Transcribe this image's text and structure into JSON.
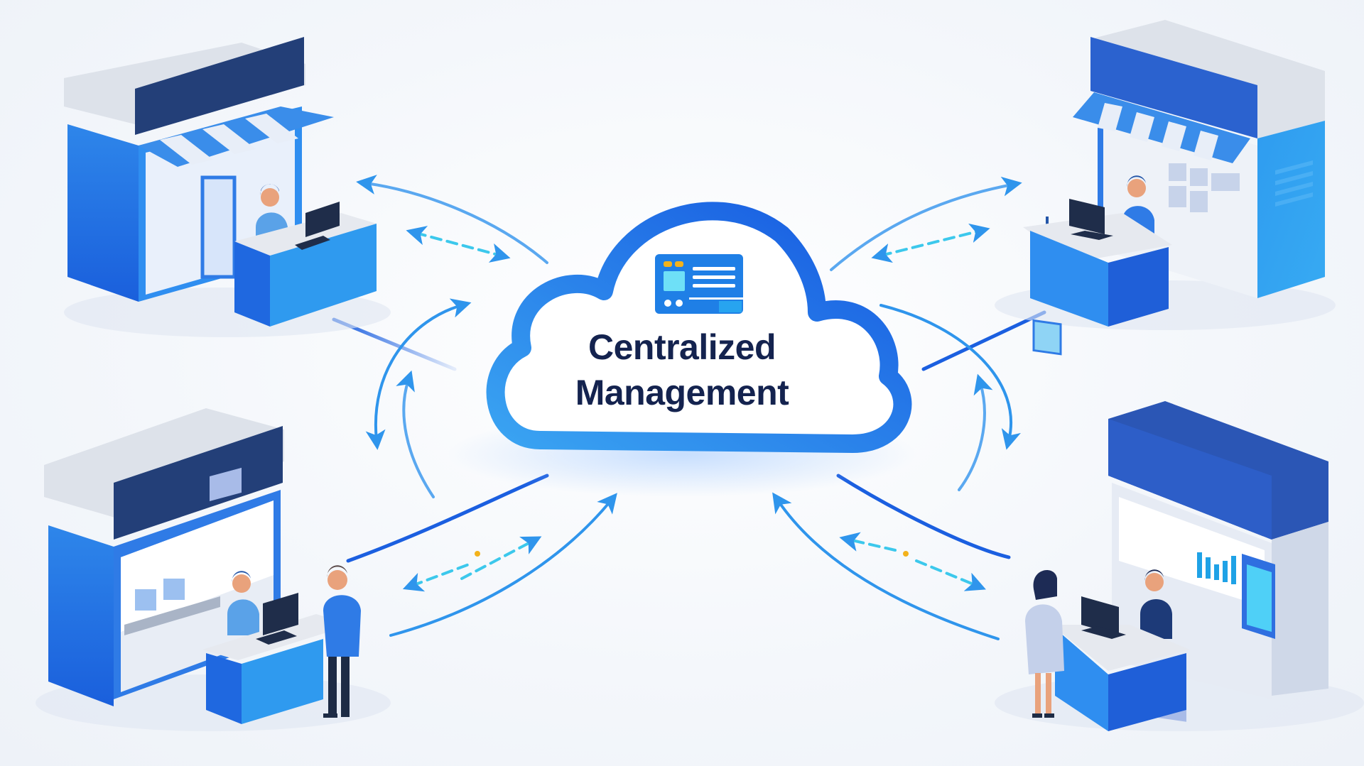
{
  "diagram": {
    "title_line1": "Centralized",
    "title_line2": "Management",
    "hub": {
      "type": "cloud",
      "icon": "dashboard-window-icon"
    },
    "nodes": [
      {
        "id": "store-top-left",
        "type": "storefront-with-awning",
        "people": [
          "cashier"
        ],
        "position": "top-left"
      },
      {
        "id": "store-top-right",
        "type": "storefront-with-awning",
        "people": [
          "cashier"
        ],
        "devices": [
          "pos-display",
          "monitor"
        ],
        "position": "top-right"
      },
      {
        "id": "store-bottom-left",
        "type": "service-counter",
        "people": [
          "clerk",
          "customer"
        ],
        "position": "bottom-left"
      },
      {
        "id": "store-bottom-right",
        "type": "service-counter-with-kiosk",
        "people": [
          "clerk",
          "customer"
        ],
        "position": "bottom-right"
      }
    ],
    "connections": [
      {
        "from": "cloud",
        "to": "store-top-left",
        "style": "bidirectional-arrows"
      },
      {
        "from": "cloud",
        "to": "store-top-right",
        "style": "bidirectional-arrows"
      },
      {
        "from": "cloud",
        "to": "store-bottom-left",
        "style": "bidirectional-arrows"
      },
      {
        "from": "cloud",
        "to": "store-bottom-right",
        "style": "bidirectional-arrows"
      }
    ]
  },
  "colors": {
    "primary_blue": "#1f6fe0",
    "light_blue": "#3aa0f0",
    "navy": "#22386e",
    "cyan_dash": "#3cc8ec",
    "accent_yellow": "#f3b21b",
    "text": "#14234f",
    "background": "#f3f6fb"
  }
}
